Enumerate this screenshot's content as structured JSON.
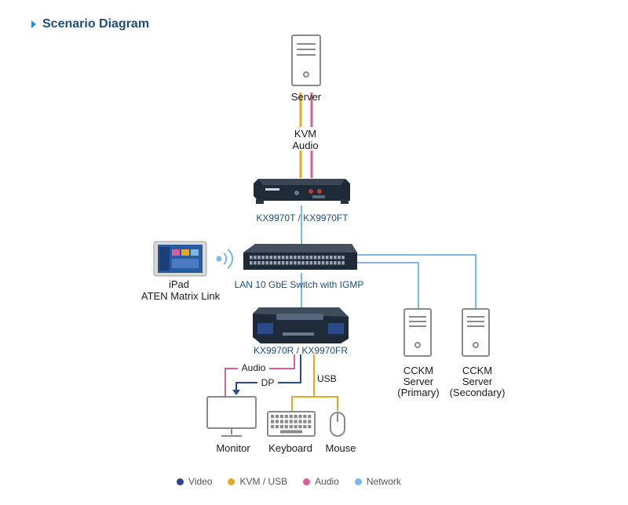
{
  "title": "Scenario Diagram",
  "colors": {
    "video": "#2b4a8c",
    "kvm_usb": "#e0a82c",
    "audio": "#d6619a",
    "network": "#7eb8e0",
    "device": "#1e2a38",
    "outline": "#8a8a8a",
    "label_blue": "#1f4e79",
    "label_dark": "#1a1a1a"
  },
  "nodes": {
    "server": "Server",
    "kvm_link": [
      "KVM",
      "Audio"
    ],
    "transmitter": "KX9970T / KX9970FT",
    "switch": "LAN 10 GbE Switch with IGMP",
    "ipad": [
      "iPad",
      "ATEN Matrix Link"
    ],
    "receiver": "KX9970R / KX9970FR",
    "cckm_primary": [
      "CCKM",
      "Server",
      "(Primary)"
    ],
    "cckm_secondary": [
      "CCKM",
      "Server",
      "(Secondary)"
    ],
    "monitor": "Monitor",
    "keyboard": "Keyboard",
    "mouse": "Mouse"
  },
  "connections": {
    "audio": "Audio",
    "dp": "DP",
    "usb": "USB"
  },
  "legend": [
    {
      "label": "Video",
      "color": "#2b4a8c"
    },
    {
      "label": "KVM / USB",
      "color": "#e0a82c"
    },
    {
      "label": "Audio",
      "color": "#d6619a"
    },
    {
      "label": "Network",
      "color": "#7eb8e0"
    }
  ]
}
